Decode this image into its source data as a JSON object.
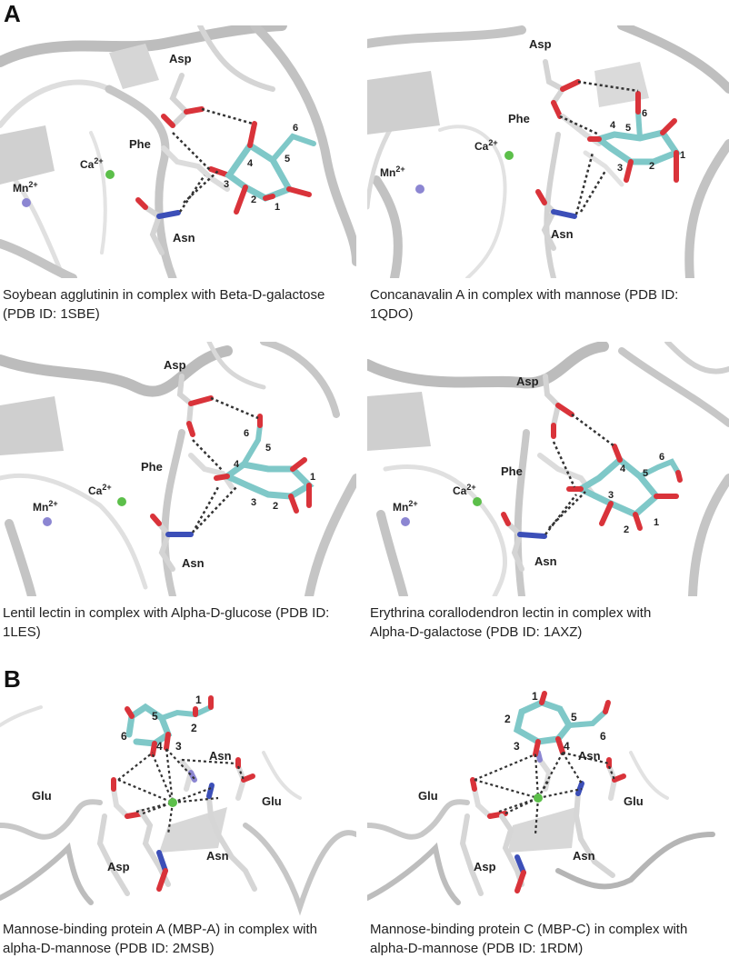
{
  "panels": {
    "a": "A",
    "b": "B"
  },
  "colors": {
    "ribbon": "#c8c8c8",
    "carbon": "#7fc8c8",
    "oxygen": "#d9333a",
    "nitrogen": "#3c4fb8",
    "calcium": "#5cbf4a",
    "manganese": "#8c86d2",
    "hbond": "#333333"
  },
  "tiles": [
    {
      "caption1": "Soybean agglutinin in complex with Beta-D-galactose",
      "caption2": "(PDB ID: 1SBE)",
      "labels": {
        "asp": "Asp",
        "phe": "Phe",
        "asn": "Asn",
        "ca_base": "Ca",
        "ca_sup": "2+",
        "mn_base": "Mn",
        "mn_sup": "2+"
      },
      "ring": [
        "1",
        "2",
        "3",
        "4",
        "5",
        "6"
      ]
    },
    {
      "caption1": "Concanavalin A in complex with mannose (PDB ID:",
      "caption2": "1QDO)",
      "labels": {
        "asp": "Asp",
        "phe": "Phe",
        "asn": "Asn",
        "ca_base": "Ca",
        "ca_sup": "2+",
        "mn_base": "Mn",
        "mn_sup": "2+"
      },
      "ring": [
        "1",
        "2",
        "3",
        "4",
        "5",
        "6"
      ]
    },
    {
      "caption1": "Lentil lectin in complex with Alpha-D-glucose (PDB ID:",
      "caption2": "1LES)",
      "labels": {
        "asp": "Asp",
        "phe": "Phe",
        "asn": "Asn",
        "ca_base": "Ca",
        "ca_sup": "2+",
        "mn_base": "Mn",
        "mn_sup": "2+"
      },
      "ring": [
        "1",
        "2",
        "3",
        "4",
        "5",
        "6"
      ]
    },
    {
      "caption1": "Erythrina corallodendron lectin in complex with",
      "caption2": "Alpha-D-galactose (PDB ID: 1AXZ)",
      "labels": {
        "asp": "Asp",
        "phe": "Phe",
        "asn": "Asn",
        "ca_base": "Ca",
        "ca_sup": "2+",
        "mn_base": "Mn",
        "mn_sup": "2+"
      },
      "ring": [
        "1",
        "2",
        "3",
        "4",
        "5",
        "6"
      ]
    }
  ],
  "mbp": [
    {
      "caption1": "Mannose-binding protein A (MBP-A) in complex with",
      "caption2": "alpha-D-mannose (PDB ID: 2MSB)",
      "labels": {
        "glu_left": "Glu",
        "glu_right": "Glu",
        "asn_top": "Asn",
        "asn_bottom": "Asn",
        "asp": "Asp"
      },
      "ring": [
        "1",
        "2",
        "3",
        "4",
        "5",
        "6"
      ]
    },
    {
      "caption1": "Mannose-binding protein C (MBP-C) in complex with",
      "caption2": "alpha-D-mannose (PDB ID: 1RDM)",
      "labels": {
        "glu_left": "Glu",
        "glu_right": "Glu",
        "asn_top": "Asn",
        "asn_bottom": "Asn",
        "asp": "Asp"
      },
      "ring": [
        "1",
        "2",
        "3",
        "4",
        "5",
        "6"
      ]
    }
  ]
}
